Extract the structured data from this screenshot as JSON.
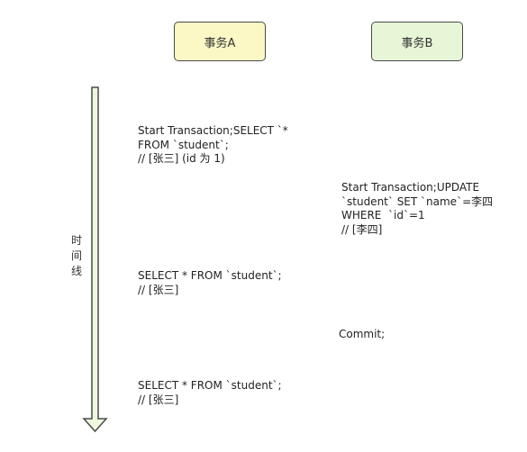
{
  "transactions": {
    "a_label": "事务A",
    "b_label": "事务B"
  },
  "timeline": {
    "label": "时间线"
  },
  "colors": {
    "transaction_a_fill": "#fbf8c6",
    "transaction_b_fill": "#e6f6d6",
    "timeline_arrow_fill": "#eef8dc",
    "outline": "#4a4a4a"
  },
  "steps": {
    "a1": "Start Transaction;SELECT `*\nFROM `student`;\n// [张三] (id 为 1)",
    "b1": "Start Transaction;UPDATE\n`student` SET `name`=李四\nWHERE  `id`=1\n// [李四]",
    "a2": "SELECT * FROM `student`;\n// [张三]",
    "b2": "Commit;",
    "a3": "SELECT * FROM `student`;\n// [张三]"
  }
}
